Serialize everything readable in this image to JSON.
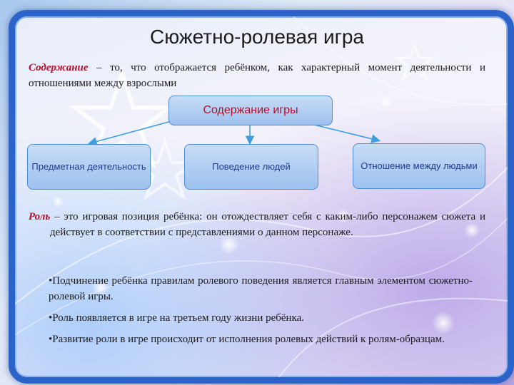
{
  "slide": {
    "title": "Сюжетно-ролевая игра",
    "content_definition": {
      "term": "Содержание",
      "text": " – то, что отображается ребёнком, как  характерный  момент деятельности и отношениями между взрослыми"
    },
    "diagram": {
      "main": "Содержание игры",
      "children": [
        "Предметная деятельность",
        "Поведение людей",
        "Отношение между людьми"
      ]
    },
    "role_definition": {
      "term": "Роль",
      "text": " – это игровая позиция ребёнка: он отождествляет себя с каким-либо персонажем сюжета и действует в соответствии с представлениями о данном персонаже."
    },
    "bullets": [
      "•Подчинение ребёнка правилам ролевого поведения  является главным элементом сюжетно-ролевой игры.",
      "•Роль появляется в игре на третьем году жизни ребёнка.",
      "•Развитие роли в игре происходит от исполнения ролевых действий к ролям-образцам."
    ],
    "colors": {
      "frame": "#2b63c8",
      "term": "#b0102a",
      "box_text": "#1f3c8f",
      "box_fill": "#9dc1ee"
    }
  }
}
